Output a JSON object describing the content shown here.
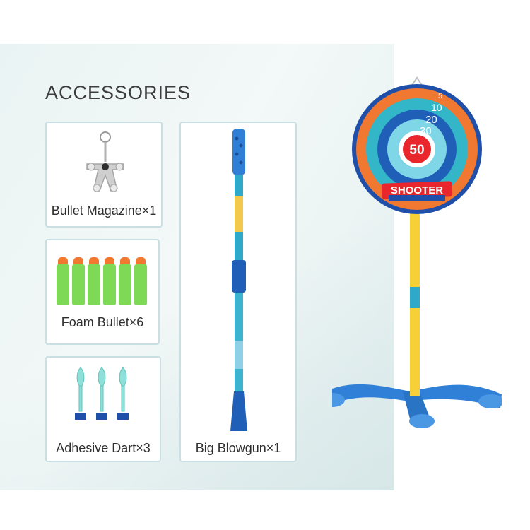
{
  "title": "ACCESSORIES",
  "accessories": [
    {
      "label": "Bullet Magazine×1"
    },
    {
      "label": "Foam Bullet×6"
    },
    {
      "label": "Adhesive Dart×3"
    },
    {
      "label": "Big Blowgun×1"
    }
  ],
  "target": {
    "score_rings": [
      "5",
      "10",
      "20",
      "30"
    ],
    "bullseye": "50",
    "brand": "SHOOTER"
  },
  "colors": {
    "card_border": "#c9dfe2",
    "foam": "#7ed957",
    "tip": "#f07830",
    "blowgun": "#2fa9c9",
    "pole": "#f7d038",
    "base": "#2f80d6"
  }
}
